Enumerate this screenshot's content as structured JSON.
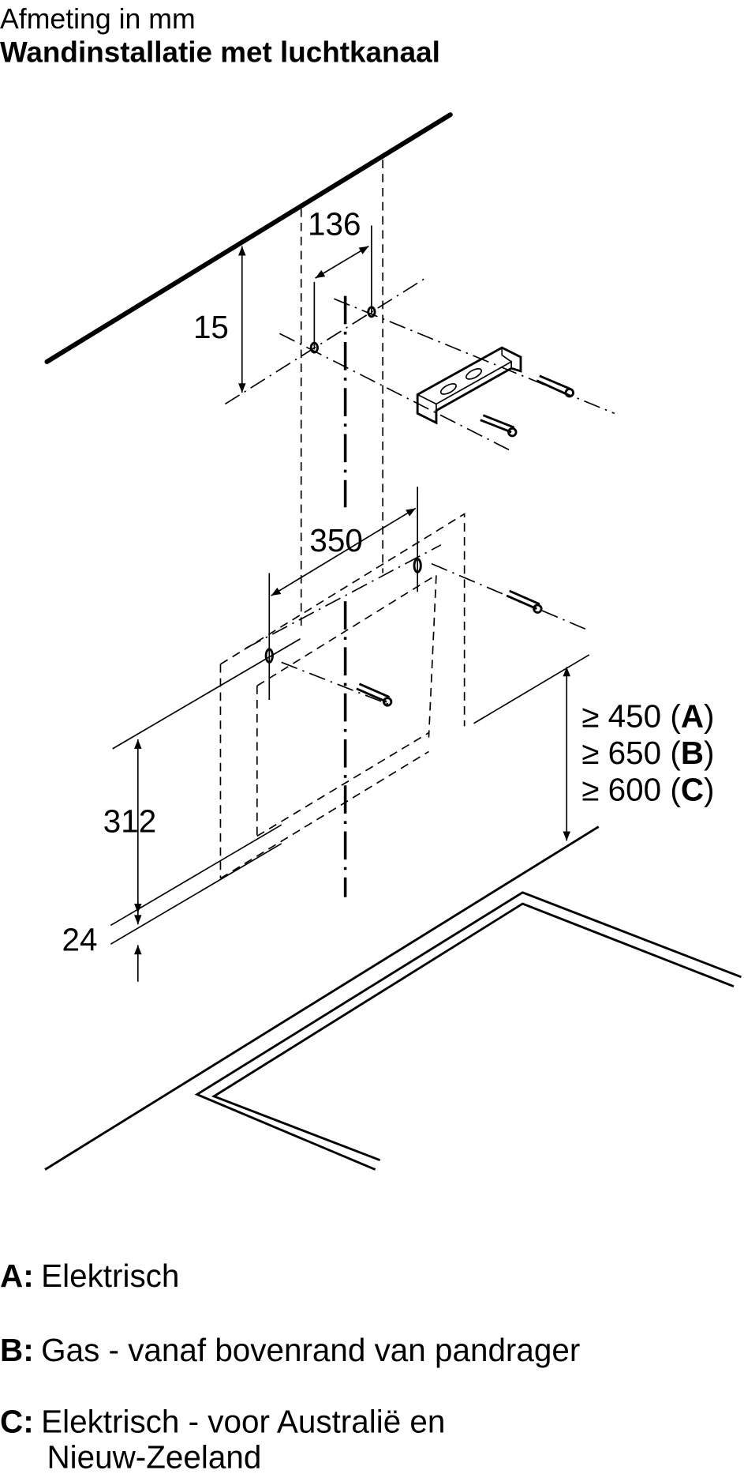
{
  "header": {
    "subtitle": "Afmeting in mm",
    "title": "Wandinstallatie met luchtkanaal"
  },
  "dimensions": {
    "d136": "136",
    "d15": "15",
    "d350": "350",
    "d312": "312",
    "d24": "24",
    "clearance": [
      {
        "prefix": "≥ 450 (",
        "key": "A",
        "suffix": ")"
      },
      {
        "prefix": "≥ 650 (",
        "key": "B",
        "suffix": ")"
      },
      {
        "prefix": "≥ 600 (",
        "key": "C",
        "suffix": ")"
      }
    ]
  },
  "legend": [
    {
      "key": "A:",
      "text": "Elektrisch"
    },
    {
      "key": "B:",
      "text": "Gas - vanaf bovenrand van pandrager"
    },
    {
      "key": "C:",
      "text": "Elektrisch - voor Australië en",
      "text2": "Nieuw-Zeeland"
    }
  ]
}
